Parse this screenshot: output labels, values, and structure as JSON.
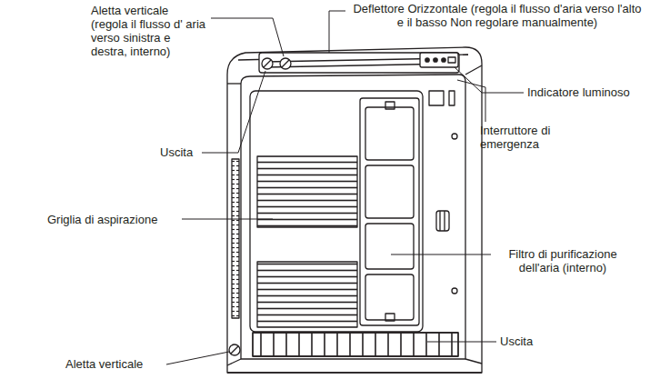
{
  "diagram": {
    "labels": [
      "Aletta verticale (regola il flusso d' aria verso sinistra e destra, interno)",
      "Deflettore Orizzontale (regola il flusso d'aria verso l'alto e il basso Non regolare manualmente)",
      "Indicatore luminoso",
      "Uscita",
      "Interruttore di emergenza",
      "Griglia di aspirazione",
      "Filtro di purificazione dell'aria (interno)",
      "Uscita",
      "Aletta verticale"
    ]
  }
}
